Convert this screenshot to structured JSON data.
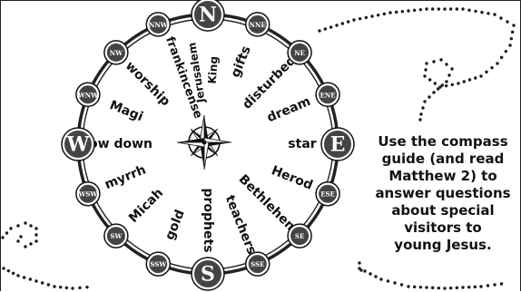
{
  "compass": {
    "nodes": [
      {
        "id": "n",
        "label": "N"
      },
      {
        "id": "nne",
        "label": "NNE"
      },
      {
        "id": "ne",
        "label": "NE"
      },
      {
        "id": "ene",
        "label": "ENE"
      },
      {
        "id": "e",
        "label": "E"
      },
      {
        "id": "ese",
        "label": "ESE"
      },
      {
        "id": "se",
        "label": "SE"
      },
      {
        "id": "sse",
        "label": "SSE"
      },
      {
        "id": "s",
        "label": "S"
      },
      {
        "id": "ssw",
        "label": "SSW"
      },
      {
        "id": "sw",
        "label": "SW"
      },
      {
        "id": "wsw",
        "label": "WSW"
      },
      {
        "id": "w",
        "label": "W"
      },
      {
        "id": "wnw",
        "label": "WNW"
      },
      {
        "id": "nw",
        "label": "NW"
      },
      {
        "id": "nnw",
        "label": "NNW"
      }
    ],
    "words": {
      "n_a": "Jerusalem",
      "n_b": "King",
      "nne": "gifts",
      "ne": "disturbed",
      "ene": "dream",
      "e": "star",
      "ese": "Herod",
      "se": "Bethlehem",
      "sse": "teachers",
      "s": "prophets",
      "ssw": "gold",
      "sw": "Micah",
      "wsw": "myrrh",
      "w": "bow down",
      "wnw": "Magi",
      "nw": "worship",
      "nnw": "frankincense"
    }
  },
  "instructions": [
    "Use the compass",
    "guide (and read",
    "Matthew 2) to",
    "answer questions",
    "about special",
    "visitors to",
    "young Jesus."
  ],
  "colors": {
    "ring": "#222222",
    "node": "#444444",
    "ink": "#111111",
    "dots": "#1a1a1a"
  }
}
